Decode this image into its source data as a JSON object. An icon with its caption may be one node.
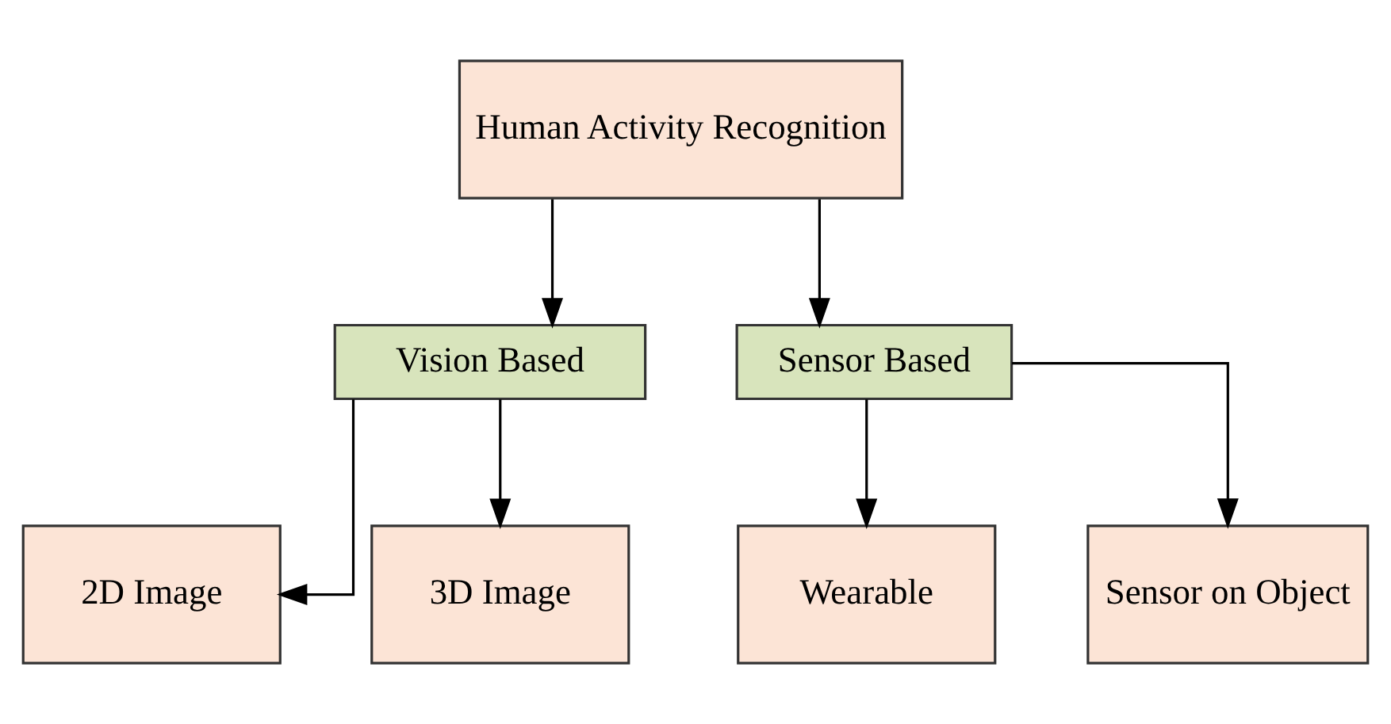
{
  "diagram": {
    "nodes": [
      {
        "text": [
          "Human Activity Recognition"
        ]
      },
      {
        "text": [
          "Vision Based"
        ]
      },
      {
        "text": [
          "Sensor Based"
        ]
      },
      {
        "text": [
          "2D Image"
        ]
      },
      {
        "text": [
          "3D Image"
        ]
      },
      {
        "text": [
          "Wearable"
        ]
      },
      {
        "text": [
          "Sensor on Object"
        ]
      }
    ],
    "edges": [
      {
        "from": 0,
        "to": 1,
        "arrow": "to"
      },
      {
        "from": 0,
        "to": 2,
        "arrow": "to"
      },
      {
        "from": 1,
        "to": 3,
        "arrow": "to"
      },
      {
        "from": 1,
        "to": 4,
        "arrow": "to"
      },
      {
        "from": 2,
        "to": 5,
        "arrow": "to"
      },
      {
        "from": 2,
        "to": 6,
        "arrow": "to"
      }
    ]
  }
}
